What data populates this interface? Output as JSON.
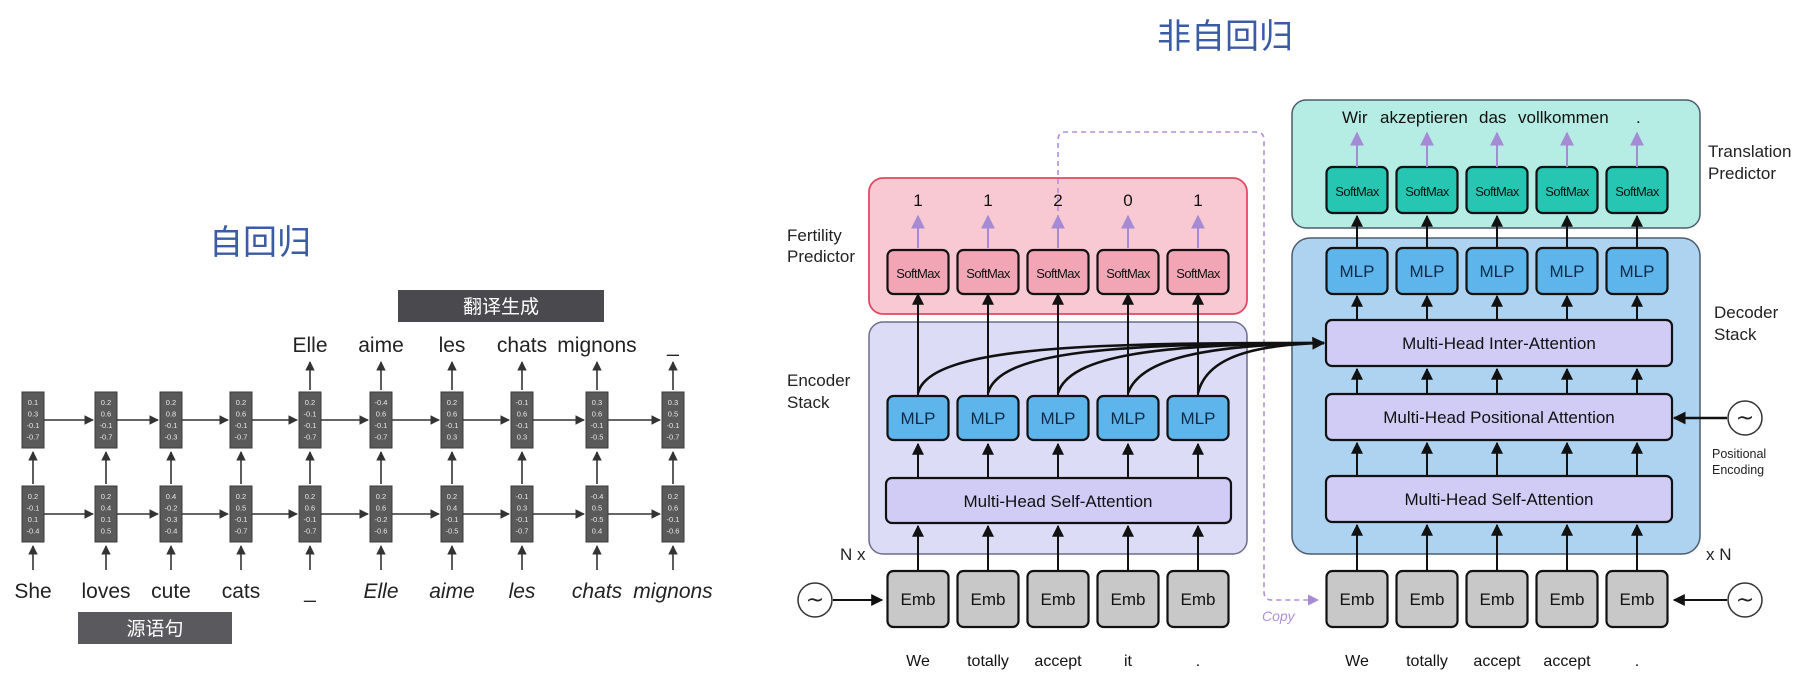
{
  "autoregressive": {
    "title": "自回归",
    "target_banner": "翻译生成",
    "source_banner": "源语句",
    "output_words": [
      "Elle",
      "aime",
      "les",
      "chats",
      "mignons",
      "_"
    ],
    "source_words": [
      "She",
      "loves",
      "cute",
      "cats",
      "_",
      "Elle",
      "aime",
      "les",
      "chats",
      "mignons"
    ],
    "top_vectors": [
      [
        "0.1",
        "0.3",
        "-0.1",
        "-0.7"
      ],
      [
        "0.2",
        "0.6",
        "-0.1",
        "-0.7"
      ],
      [
        "0.2",
        "0.8",
        "-0.1",
        "-0.3"
      ],
      [
        "0.2",
        "0.6",
        "-0.1",
        "-0.7"
      ],
      [
        "0.2",
        "-0.1",
        "-0.1",
        "-0.7"
      ],
      [
        "-0.4",
        "0.6",
        "-0.1",
        "-0.7"
      ],
      [
        "0.2",
        "0.6",
        "-0.1",
        "0.3"
      ],
      [
        "-0.1",
        "0.6",
        "-0.1",
        "0.3"
      ],
      [
        "0.3",
        "0.6",
        "-0.1",
        "-0.5"
      ],
      [
        "0.3",
        "0.5",
        "-0.1",
        "-0.7"
      ]
    ],
    "bottom_vectors": [
      [
        "0.2",
        "-0.1",
        "0.1",
        "-0.4"
      ],
      [
        "0.2",
        "0.4",
        "0.1",
        "0.5"
      ],
      [
        "0.4",
        "-0.2",
        "-0.3",
        "-0.4"
      ],
      [
        "0.2",
        "0.5",
        "-0.1",
        "-0.7"
      ],
      [
        "0.2",
        "0.6",
        "-0.1",
        "-0.7"
      ],
      [
        "0.2",
        "0.6",
        "-0.2",
        "-0.6"
      ],
      [
        "0.2",
        "0.4",
        "-0.1",
        "-0.5"
      ],
      [
        "-0.1",
        "0.3",
        "-0.1",
        "-0.7"
      ],
      [
        "-0.4",
        "0.5",
        "-0.5",
        "0.4"
      ],
      [
        "0.2",
        "0.6",
        "-0.1",
        "-0.6"
      ]
    ]
  },
  "non_autoregressive": {
    "title": "非自回归",
    "fertility_label_1": "Fertility",
    "fertility_label_2": "Predictor",
    "encoder_label_1": "Encoder",
    "encoder_label_2": "Stack",
    "decoder_label_1": "Decoder",
    "decoder_label_2": "Stack",
    "translation_label_1": "Translation",
    "translation_label_2": "Predictor",
    "positional_label_1": "Positional",
    "positional_label_2": "Encoding",
    "nx_left": "N x",
    "nx_right": "x N",
    "copy_label": "Copy",
    "fertility_values": [
      "1",
      "1",
      "2",
      "0",
      "1"
    ],
    "softmax_label": "SoftMax",
    "mlp_label": "MLP",
    "emb_label": "Emb",
    "encoder_self_attention": "Multi-Head Self-Attention",
    "decoder_inter_attention": "Multi-Head Inter-Attention",
    "decoder_positional_attention": "Multi-Head Positional Attention",
    "decoder_self_attention": "Multi-Head Self-Attention",
    "output_words": [
      "Wir",
      "akzeptieren",
      "das",
      "vollkommen",
      "."
    ],
    "encoder_inputs": [
      "We",
      "totally",
      "accept",
      "it",
      "."
    ],
    "decoder_inputs": [
      "We",
      "totally",
      "accept",
      "accept",
      "."
    ],
    "wave_symbol": "~",
    "colors": {
      "fertility_bg": "#f9c9d3",
      "fertility_border": "#e04b62",
      "encoder_bg": "#dcdcf6",
      "decoder_bg": "#aed3f0",
      "translation_bg": "#b5ece3",
      "mlp": "#5eb5ec",
      "softmax_pink": "#f2a5b5",
      "softmax_teal": "#26c6b3",
      "attention": "#d0ccf6",
      "emb": "#c8c8c8",
      "arrow_purple": "#a58bd4"
    }
  }
}
